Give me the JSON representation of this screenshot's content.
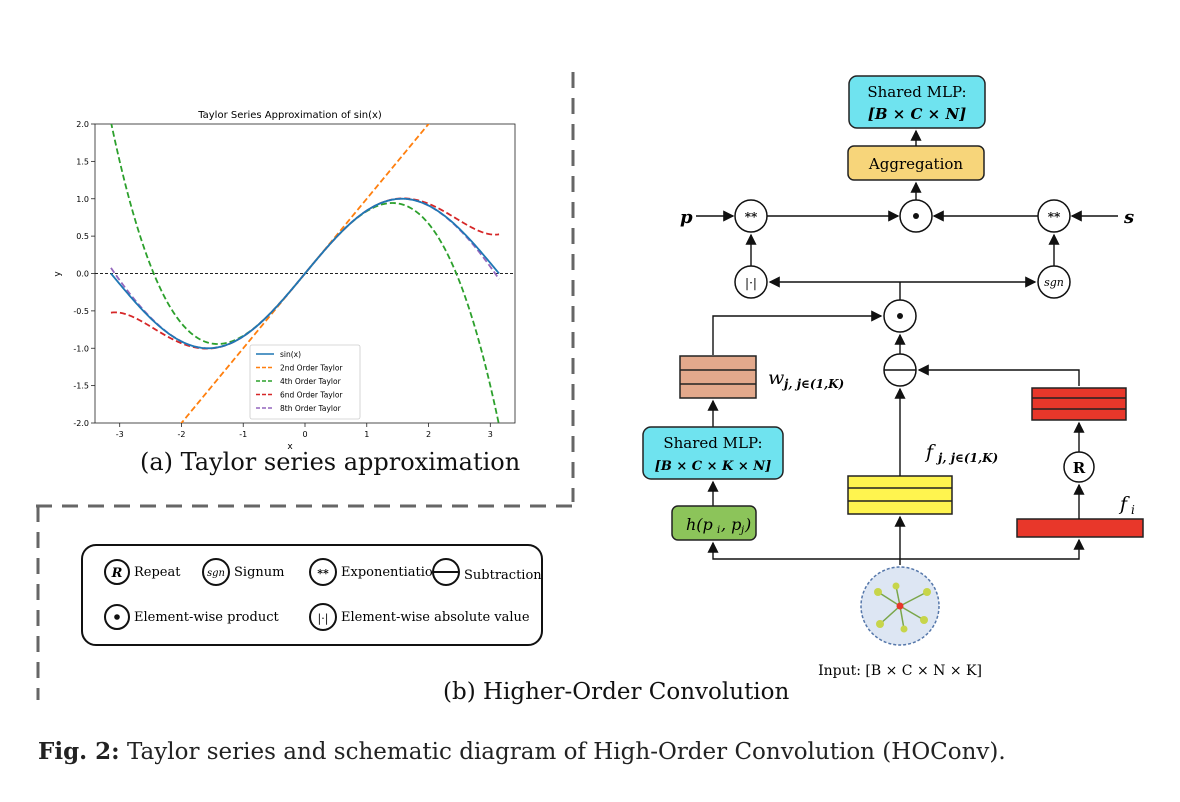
{
  "figure": {
    "caption_bold": "Fig. 2:",
    "caption_text": " Taylor series and schematic diagram of High-Order Convolution (HOConv).",
    "subcaption_a": "(a) Taylor series approximation",
    "subcaption_b": "(b) Higher-Order Convolution"
  },
  "chart_data": {
    "type": "line",
    "title": "Taylor Series Approximation of sin(x)",
    "xlabel": "x",
    "ylabel": "y",
    "xlim": [
      -3.4,
      3.4
    ],
    "ylim": [
      -2.0,
      2.0
    ],
    "xticks": [
      "-3",
      "-2",
      "-1",
      "0",
      "1",
      "2",
      "3"
    ],
    "yticks": [
      "2.0",
      "1.5",
      "1.0",
      "0.5",
      "0.0",
      "-0.5",
      "-1.0",
      "-1.5",
      "-2.0"
    ],
    "x_range": [
      -3.14159,
      3.14159
    ],
    "series": [
      {
        "name": "sin(x)",
        "order": 0,
        "color": "#1f77b4",
        "style": "solid"
      },
      {
        "name": "2nd Order Taylor",
        "order": 1,
        "color": "#ff7f0e",
        "style": "dashed"
      },
      {
        "name": "4th Order Taylor",
        "order": 3,
        "color": "#2ca02c",
        "style": "dashed"
      },
      {
        "name": "6nd Order Taylor",
        "order": 5,
        "color": "#d62728",
        "style": "dashed"
      },
      {
        "name": "8th Order Taylor",
        "order": 7,
        "color": "#9467bd",
        "style": "dashed"
      }
    ],
    "legend_position": "lower-center"
  },
  "diagram": {
    "shared_mlp_top": [
      "Shared MLP:",
      "[B × C × N]"
    ],
    "aggregation": "Aggregation",
    "shared_mlp_left": [
      "Shared MLP:",
      "[B × C × K × N]"
    ],
    "h_label": "h(p",
    "p_label": "p",
    "s_label": "s",
    "exp_symbol": "**",
    "dot_symbol": "•",
    "abs_symbol": "|·|",
    "sgn_symbol": "sgn",
    "repeat_symbol": "R",
    "w_label": "w",
    "w_sub": "j, j∈(1,K)",
    "fj_label": "f",
    "fj_sub": "j, j∈(1,K)",
    "fi_label": "f",
    "fi_sub": "i",
    "input_label": "Input: [B × C × N × K]",
    "colors": {
      "mlp": "#6fe3ef",
      "aggregation": "#f7d57a",
      "w": "#e3a98c",
      "fj": "#fff44f",
      "fi": "#e8372a",
      "h": "#8cc45a"
    }
  },
  "legend_box": {
    "repeat": "Repeat",
    "signum": "Signum",
    "exponentiation": "Exponentiation",
    "subtraction": "Subtraction",
    "elementwise_product": "Element-wise product",
    "elementwise_abs": "Element-wise absolute value"
  }
}
